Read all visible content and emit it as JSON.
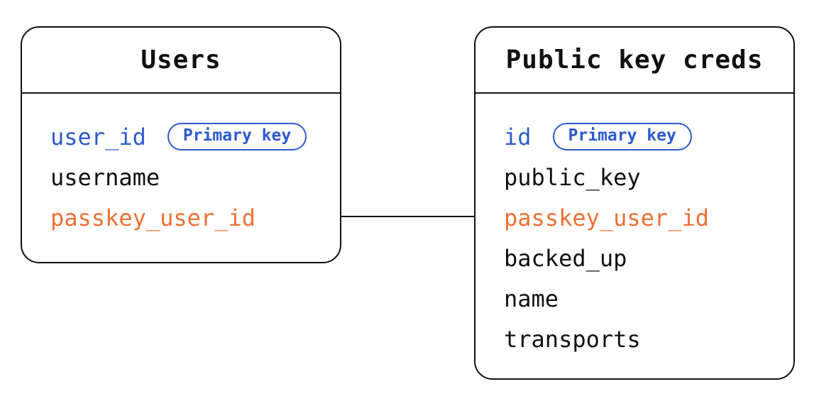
{
  "colors": {
    "primary_blue": "#2d5acd",
    "accent_orange": "#ec7135",
    "line_black": "#111111",
    "background": "#ffffff"
  },
  "tables": [
    {
      "title": "Users",
      "fields": [
        {
          "name": "user_id",
          "color": "blue",
          "badge": "Primary key"
        },
        {
          "name": "username",
          "color": "black"
        },
        {
          "name": "passkey_user_id",
          "color": "orange"
        }
      ]
    },
    {
      "title": "Public key creds",
      "fields": [
        {
          "name": "id",
          "color": "blue",
          "badge": "Primary key"
        },
        {
          "name": "public_key",
          "color": "black"
        },
        {
          "name": "passkey_user_id",
          "color": "orange"
        },
        {
          "name": "backed_up",
          "color": "black"
        },
        {
          "name": "name",
          "color": "black"
        },
        {
          "name": "transports",
          "color": "black"
        }
      ]
    }
  ],
  "connector": {
    "from": "Users.passkey_user_id",
    "to": "Public key creds.passkey_user_id"
  }
}
